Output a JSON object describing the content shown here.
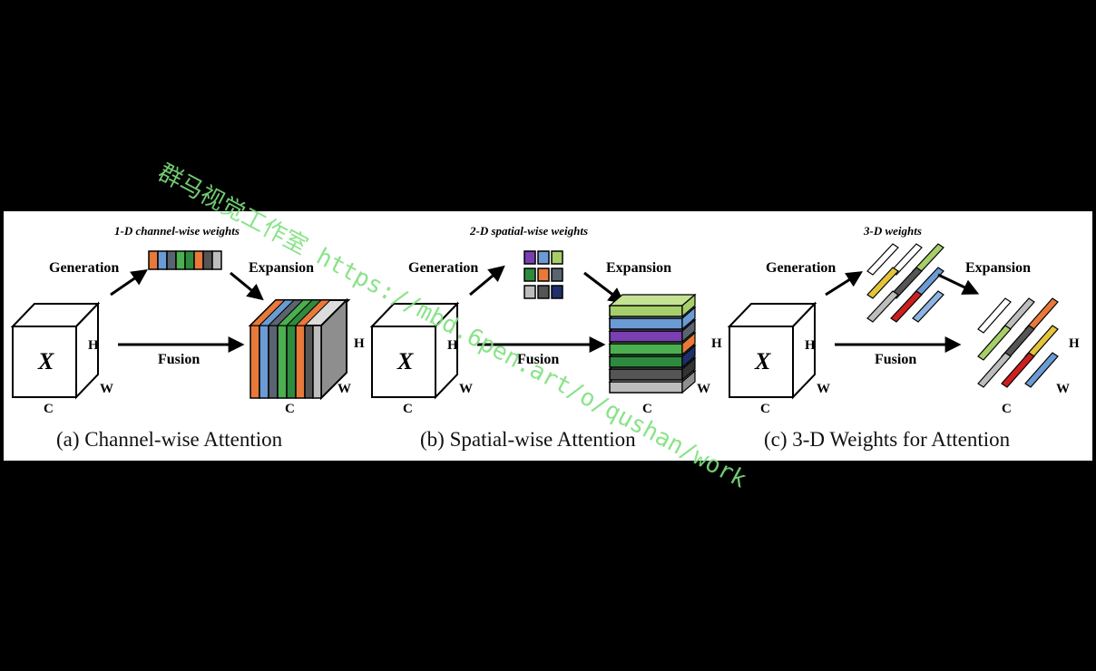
{
  "panels": [
    {
      "caption": "(a) Channel-wise Attention",
      "weights_title": "1-D channel-wise weights",
      "generation": "Generation",
      "expansion": "Expansion",
      "fusion": "Fusion",
      "cube_label": "X",
      "dims": {
        "h": "H",
        "w": "W",
        "c": "C"
      }
    },
    {
      "caption": "(b) Spatial-wise Attention",
      "weights_title": "2-D spatial-wise weights",
      "generation": "Generation",
      "expansion": "Expansion",
      "fusion": "Fusion",
      "cube_label": "X",
      "dims": {
        "h": "H",
        "w": "W",
        "c": "C"
      }
    },
    {
      "caption": "(c) 3-D Weights for Attention",
      "weights_title": "3-D weights",
      "generation": "Generation",
      "expansion": "Expansion",
      "fusion": "Fusion",
      "cube_label": "X",
      "dims": {
        "h": "H",
        "w": "W",
        "c": "C"
      }
    }
  ],
  "colors": {
    "orange": "#e8793a",
    "blue": "#6b9bd4",
    "green": "#4caf50",
    "darkgreen": "#2e8b3e",
    "purple": "#7a3fb0",
    "lightgreen": "#a6cf6a",
    "gray": "#8e8e8e",
    "darkgray": "#555555",
    "navy": "#1f2f6b",
    "lightgray": "#bdbdbd",
    "slate": "#5a6470",
    "red": "#cc1f1f",
    "yellow": "#e3c43a"
  },
  "watermark": "群马视觉工作室 https://mbd.6pen.art/o/qushan/work"
}
